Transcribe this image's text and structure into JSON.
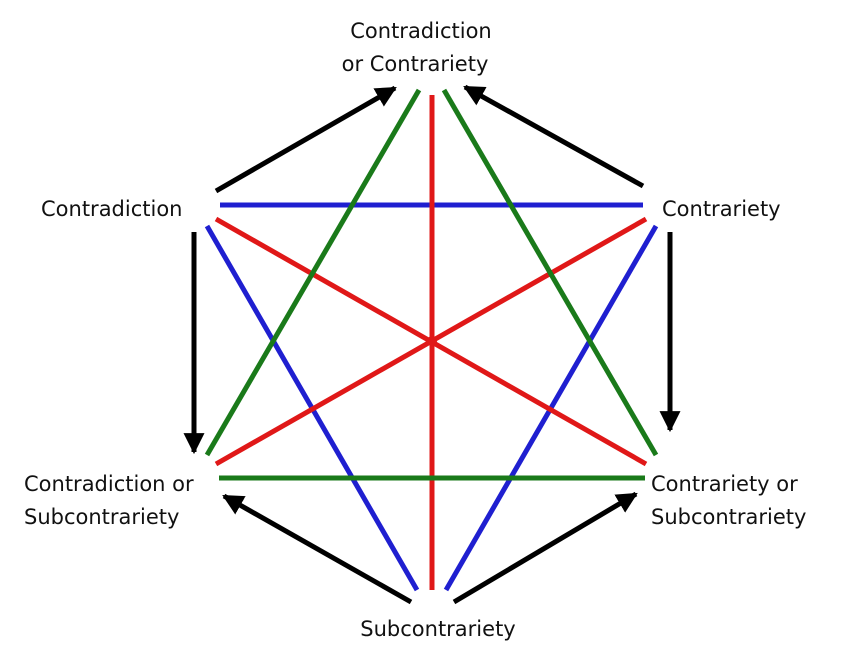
{
  "colors": {
    "blue": "#1f1fd0",
    "red": "#e01818",
    "green": "#1a7a1a",
    "arrow": "#000000"
  },
  "nodes": {
    "top": {
      "line1": "Contradiction",
      "line2": "or Contrariety"
    },
    "left_upper": {
      "line1": "Contradiction"
    },
    "right_upper": {
      "line1": "Contrariety"
    },
    "left_lower": {
      "line1": "Contradiction or",
      "line2": "Subcontrariety"
    },
    "right_lower": {
      "line1": "Contrariety or",
      "line2": "Subcontrariety"
    },
    "bottom": {
      "line1": "Subcontrariety"
    }
  },
  "edges": [
    {
      "name": "contradiction-to-contrariety",
      "from": "left_upper",
      "to": "right_upper",
      "color": "blue"
    },
    {
      "name": "contradiction-to-subcontrariety",
      "from": "left_upper",
      "to": "bottom",
      "color": "blue"
    },
    {
      "name": "contrariety-to-subcontrariety",
      "from": "right_upper",
      "to": "bottom",
      "color": "blue"
    },
    {
      "name": "top-to-bottom",
      "from": "top",
      "to": "bottom",
      "color": "red"
    },
    {
      "name": "contradiction-to-contrariety-or-subcontrariety",
      "from": "left_upper",
      "to": "right_lower",
      "color": "red"
    },
    {
      "name": "contrariety-to-contradiction-or-subcontrariety",
      "from": "right_upper",
      "to": "left_lower",
      "color": "red"
    },
    {
      "name": "top-to-contradiction-or-subcontrariety",
      "from": "top",
      "to": "left_lower",
      "color": "green"
    },
    {
      "name": "top-to-contrariety-or-subcontrariety",
      "from": "top",
      "to": "right_lower",
      "color": "green"
    },
    {
      "name": "lower-left-to-lower-right",
      "from": "left_lower",
      "to": "right_lower",
      "color": "green"
    }
  ],
  "arrows": [
    {
      "name": "arrow-contradiction-to-top",
      "from": "left_upper",
      "to": "top"
    },
    {
      "name": "arrow-contrariety-to-top",
      "from": "right_upper",
      "to": "top"
    },
    {
      "name": "arrow-contradiction-to-lower-left",
      "from": "left_upper",
      "to": "left_lower"
    },
    {
      "name": "arrow-contrariety-to-lower-right",
      "from": "right_upper",
      "to": "right_lower"
    },
    {
      "name": "arrow-subcontrariety-to-lower-left",
      "from": "bottom",
      "to": "left_lower"
    },
    {
      "name": "arrow-subcontrariety-to-lower-right",
      "from": "bottom",
      "to": "right_lower"
    }
  ]
}
